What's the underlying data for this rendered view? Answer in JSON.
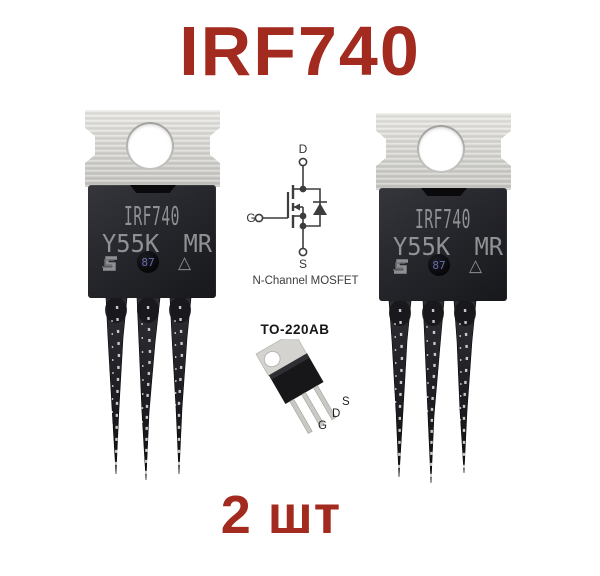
{
  "title": "IRF740",
  "quantity_label": "2 шт",
  "colors": {
    "accent_red": "#a32a1e",
    "package_black": "#222227",
    "tab_metal": "#d6d5d1",
    "marking_gray": "#8f9194",
    "schematic_line": "#3d3d3d"
  },
  "transistor_marking": {
    "line1": "IRF740",
    "lot": "Y55K",
    "suffix": "MR",
    "date_code": "87"
  },
  "schematic": {
    "drain": "D",
    "gate": "G",
    "source": "S",
    "caption": "N-Channel MOSFET"
  },
  "package": {
    "name": "TO-220AB",
    "gate": "G",
    "drain": "D",
    "source": "S"
  }
}
